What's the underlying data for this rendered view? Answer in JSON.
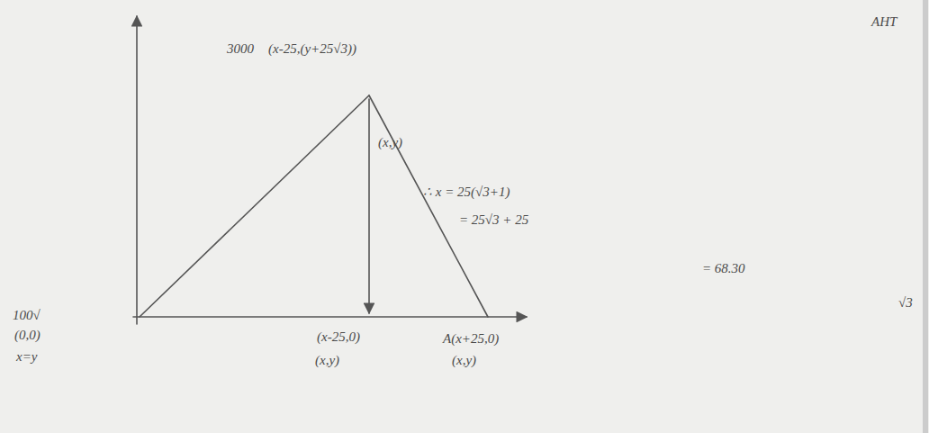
{
  "diagram": {
    "labels": [
      "3000",
      "(x-25,(y+25√3))",
      "(x,y)",
      "AHT",
      "∴ x = 25(√3+1)",
      "= 25√3 + 25",
      "= 68.30",
      "100√",
      "(0,0)",
      "x=y",
      "(x-25,0)",
      "(x,y)",
      "A(x+25,0)",
      "(x,y)",
      "√3"
    ]
  }
}
